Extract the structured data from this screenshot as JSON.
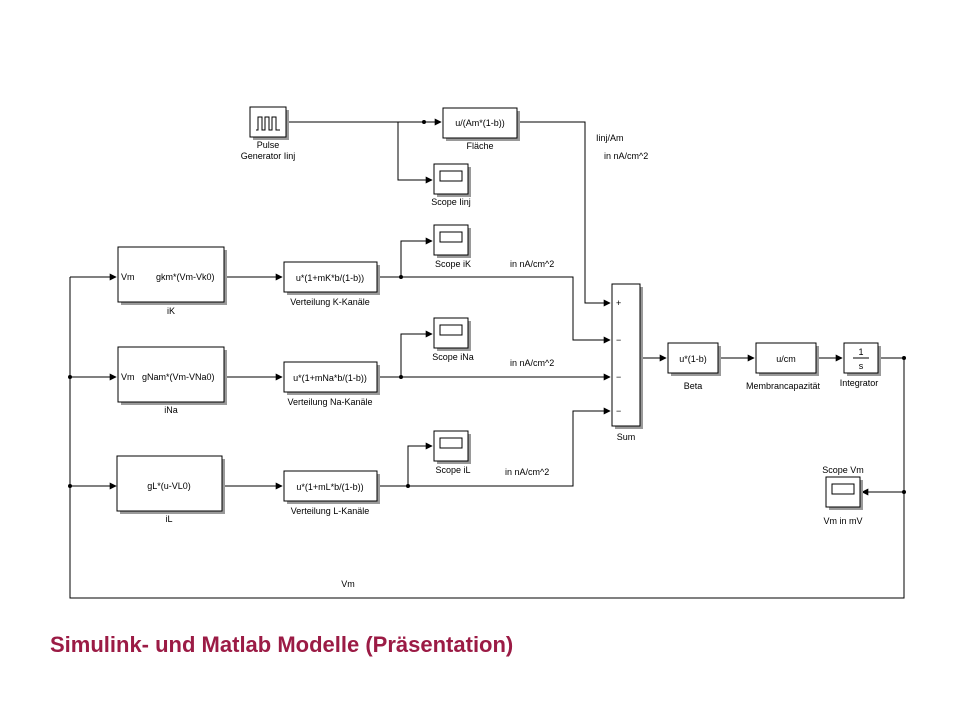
{
  "caption": "Simulink- und Matlab Modelle (Präsentation)",
  "colors": {
    "caption": "#9b1b45",
    "lines": "#000000",
    "shadow": "#9a9a9a"
  },
  "blocks": {
    "pulse_label_1": "Pulse",
    "pulse_label_2": "Generator Iinj",
    "flaeche_expr": "u/(Am*(1-b))",
    "flaeche_name": "Fläche",
    "scope_iinj_name": "Scope Iinj",
    "ik_in": "Vm",
    "ik_expr": "gkm*(Vm-Vk0)",
    "ik_name": "iK",
    "vk_expr": "u*(1+mK*b/(1-b))",
    "vk_name": "Verteilung K-Kanäle",
    "scope_ik_name": "Scope iK",
    "ina_in": "Vm",
    "ina_expr": "gNam*(Vm-VNa0)",
    "ina_name": "iNa",
    "vna_expr": "u*(1+mNa*b/(1-b))",
    "vna_name": "Verteilung Na-Kanäle",
    "scope_ina_name": "Scope iNa",
    "il_expr": "gL*(u-VL0)",
    "il_name": "iL",
    "vl_expr": "u*(1+mL*b/(1-b))",
    "vl_name": "Verteilung L-Kanäle",
    "scope_il_name": "Scope iL",
    "sum_name": "Sum",
    "sum_sign_1": "+",
    "sum_sign_2": "−",
    "sum_sign_3": "−",
    "sum_sign_4": "−",
    "beta_expr": "u*(1-b)",
    "beta_name": "Beta",
    "membr_expr": "u/cm",
    "membr_name": "Membrancapazität",
    "int_num": "1",
    "int_den": "s",
    "int_name": "Integrator",
    "scope_vm_name": "Scope Vm",
    "scope_vm_sub": "Vm  in mV"
  },
  "signals": {
    "iinj_am": "Iinj/Am",
    "iinj_unit": "in nA/cm^2",
    "ik_unit": "in nA/cm^2",
    "ina_unit": "in nA/cm^2",
    "il_unit": "in nA/cm^2",
    "vm": "Vm"
  }
}
